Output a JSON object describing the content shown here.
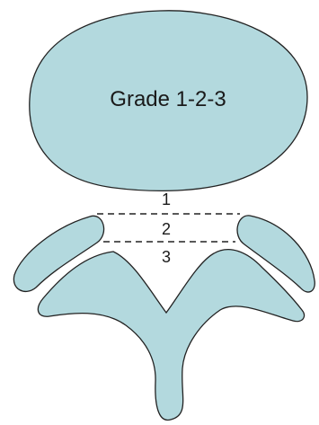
{
  "diagram": {
    "title": "Grade 1-2-3",
    "grades": [
      "1",
      "2",
      "3"
    ]
  },
  "colors": {
    "fill": "#b3d9de",
    "stroke": "#222222",
    "dash": "#222222",
    "text": "#1a1a1a"
  }
}
